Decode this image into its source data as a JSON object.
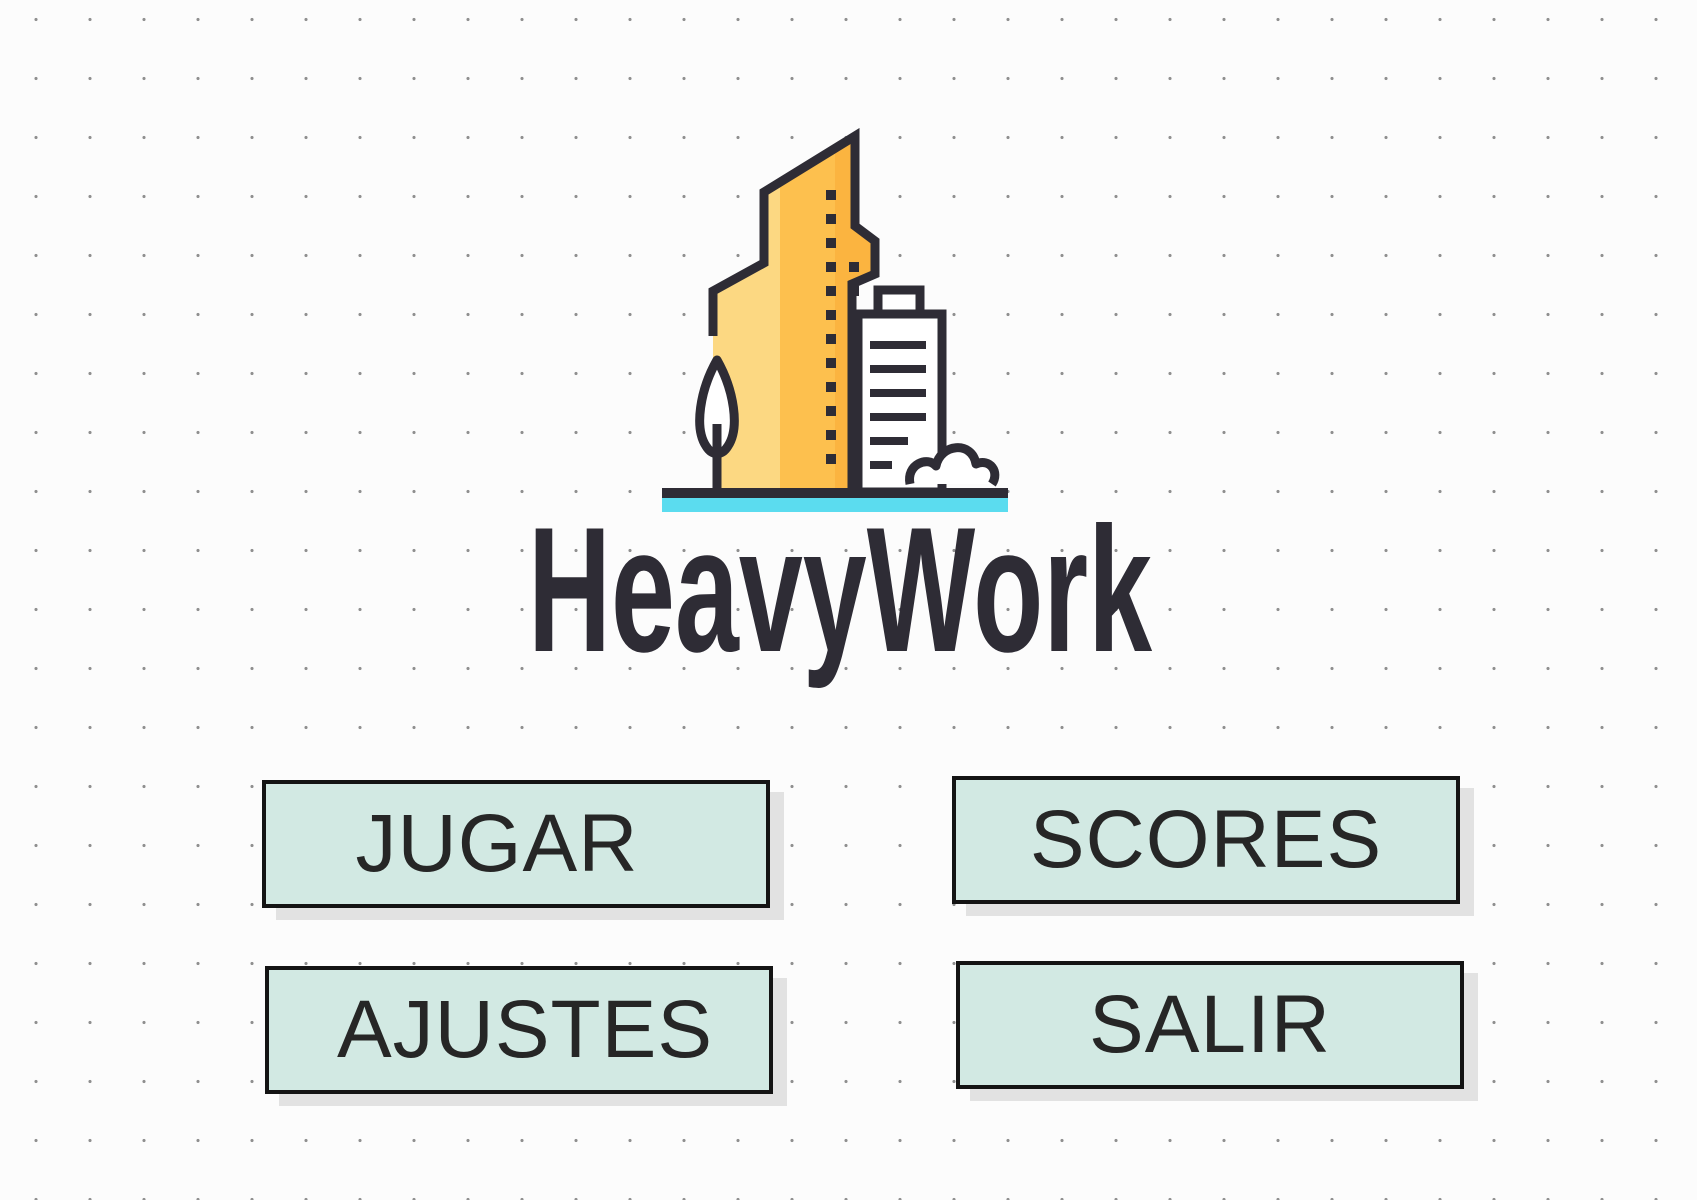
{
  "logo": {
    "icon": "buildings-with-tree-icon",
    "brand_name": "HeavyWork",
    "colors": {
      "outline": "#2e2c35",
      "building_light": "#fcd882",
      "building_mid": "#fdc04e",
      "building_dark": "#fbb440",
      "ground": "#5bdcef",
      "text": "#2e2c35"
    }
  },
  "menu": {
    "play_label": "JUGAR",
    "scores_label": "SCORES",
    "settings_label": "AJUSTES",
    "exit_label": "SALIR",
    "button_bg": "#d2e9e3",
    "button_border": "#141414"
  }
}
